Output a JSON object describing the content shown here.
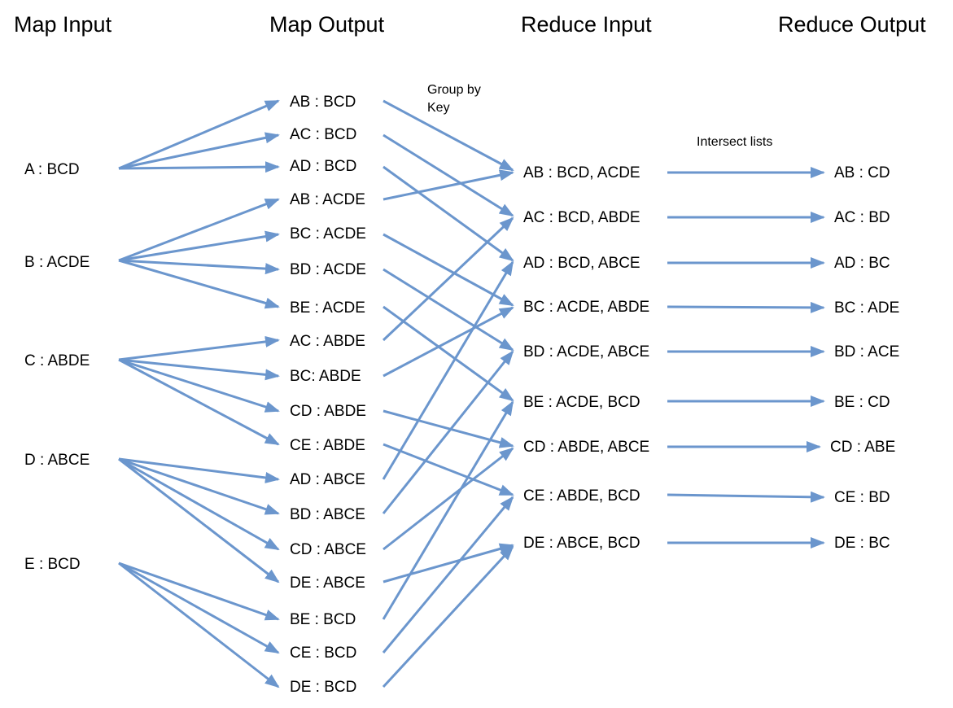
{
  "titles": {
    "map_input": "Map Input",
    "map_output": "Map Output",
    "reduce_input": "Reduce Input",
    "reduce_output": "Reduce Output"
  },
  "notes": {
    "group_by_key": [
      "Group by",
      "Key"
    ],
    "intersect_lists": "Intersect lists"
  },
  "map_input": [
    "A : BCD",
    "B : ACDE",
    "C : ABDE",
    "D : ABCE",
    "E : BCD"
  ],
  "map_output": [
    "AB : BCD",
    "AC : BCD",
    "AD : BCD",
    "AB : ACDE",
    "BC : ACDE",
    "BD : ACDE",
    "BE : ACDE",
    "AC : ABDE",
    "BC: ABDE",
    "CD : ABDE",
    "CE : ABDE",
    "AD : ABCE",
    "BD : ABCE",
    "CD : ABCE",
    "DE : ABCE",
    "BE : BCD",
    "CE : BCD",
    "DE : BCD"
  ],
  "reduce_input": [
    "AB : BCD, ACDE",
    "AC : BCD, ABDE",
    "AD : BCD, ABCE",
    "BC : ACDE, ABDE",
    "BD : ACDE, ABCE",
    "BE : ACDE, BCD",
    "CD : ABDE, ABCE",
    "CE : ABDE, BCD",
    "DE : ABCE, BCD"
  ],
  "reduce_output": [
    "AB : CD",
    "AC : BD",
    "AD : BC",
    "BC : ADE",
    "BD : ACE",
    "BE : CD",
    "CD : ABE",
    "CE : BD",
    "DE : BC"
  ],
  "arrow_color": "#6b96cd"
}
